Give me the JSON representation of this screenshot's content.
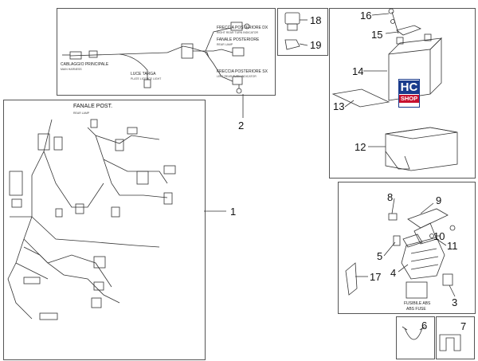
{
  "callouts": {
    "n1": "1",
    "n2": "2",
    "n3": "3",
    "n4": "4",
    "n5": "5",
    "n6": "6",
    "n7": "7",
    "n8": "8",
    "n9": "9",
    "n10": "10",
    "n11": "11",
    "n12": "12",
    "n13": "13",
    "n14": "14",
    "n15": "15",
    "n16": "16",
    "n17": "17",
    "n18": "18",
    "n19": "19"
  },
  "harness2": {
    "main": "CABLAGGIO PRINCIPALE",
    "main_sub": "MAIN HARNESS",
    "plate": "LUCE TARGA",
    "plate_sub": "PLATE LICENCE LIGHT",
    "right_ind": "FRECCIA POSTERIORE DX",
    "right_ind_sub": "RIGHT REAR TURN INDICATOR",
    "rear_lamp": "FANALE POSTERIORE",
    "rear_lamp_sub": "REAR LAMP",
    "left_ind": "FRECCIA POSTERIORE SX",
    "left_ind_sub": "LEFT REAR TURN INDICATOR"
  },
  "harness1": {
    "title": "FANALE POST.",
    "title_sub": "REAR LAMP",
    "fuse_abs": "FUSIBILE ABS",
    "fuse_abs_sub": "ABS FUSE"
  },
  "logo": {
    "top": "HC",
    "bottom": "SHOP"
  },
  "colors": {
    "logo_blue": "#1a3b8c",
    "logo_red": "#c8102e",
    "line": "#333333"
  }
}
